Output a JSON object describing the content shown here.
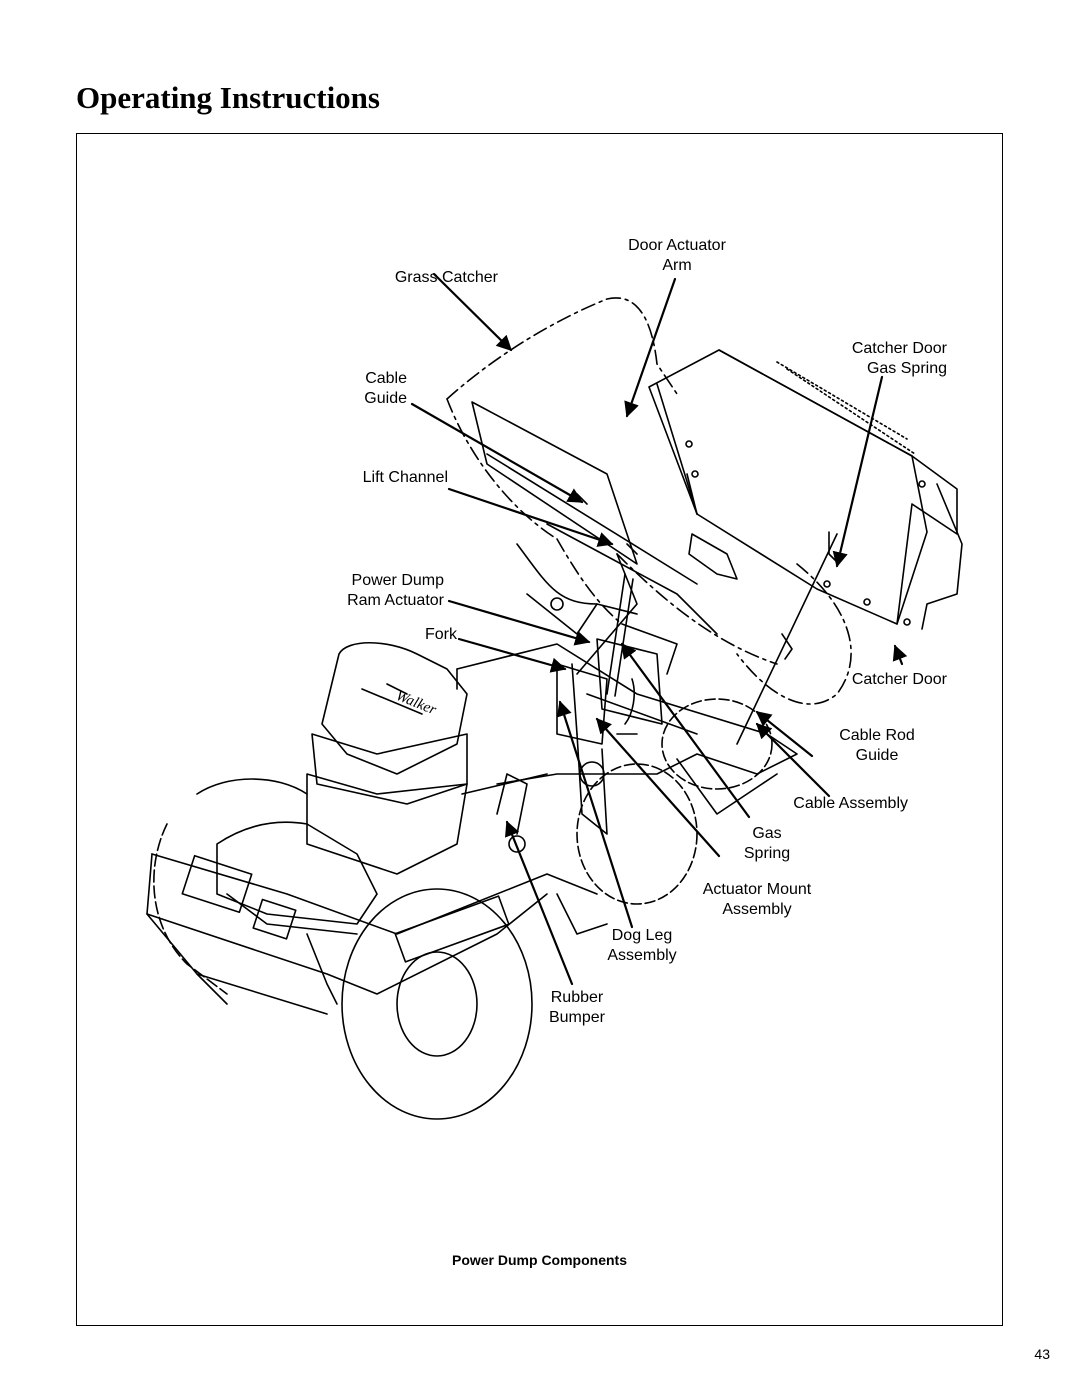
{
  "page": {
    "title": "Operating Instructions",
    "number": "43"
  },
  "figure": {
    "caption": "Power Dump Components",
    "labels": {
      "grass_catcher": "Grass Catcher",
      "door_actuator_arm": [
        "Door Actuator",
        "Arm"
      ],
      "catcher_door_gas_spring": [
        "Catcher Door",
        "Gas Spring"
      ],
      "cable_guide": [
        "Cable",
        "Guide"
      ],
      "lift_channel": "Lift Channel",
      "power_dump_ram_actuator": [
        "Power Dump",
        "Ram Actuator"
      ],
      "fork": "Fork",
      "catcher_door": "Catcher Door",
      "cable_rod_guide": [
        "Cable Rod",
        "Guide"
      ],
      "cable_assembly": "Cable Assembly",
      "gas_spring": [
        "Gas",
        "Spring"
      ],
      "actuator_mount_assembly": [
        "Actuator Mount",
        "Assembly"
      ],
      "dog_leg_assembly": [
        "Dog Leg",
        "Assembly"
      ],
      "rubber_bumper": [
        "Rubber",
        "Bumper"
      ]
    },
    "seat_logo_text": "Walker"
  }
}
